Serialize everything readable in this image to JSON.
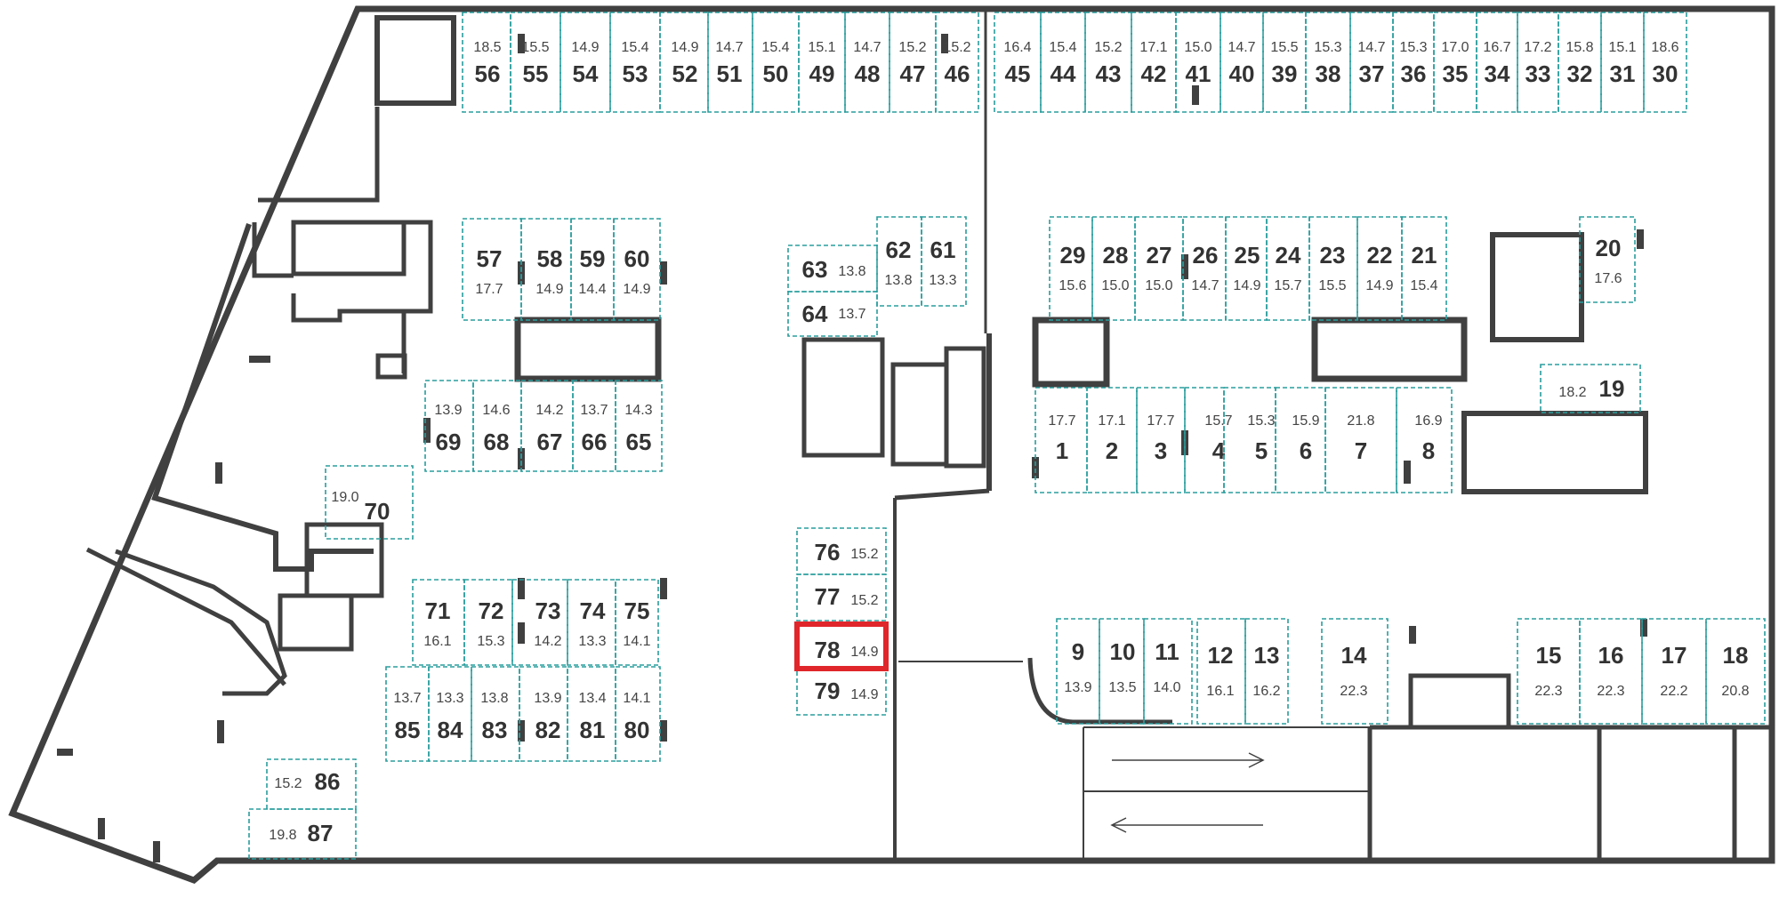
{
  "spots": [
    {
      "number": "1",
      "area": "17.7"
    },
    {
      "number": "2",
      "area": "17.1"
    },
    {
      "number": "3",
      "area": "17.7"
    },
    {
      "number": "4",
      "area": "15.7"
    },
    {
      "number": "5",
      "area": "15.3"
    },
    {
      "number": "6",
      "area": "15.9"
    },
    {
      "number": "7",
      "area": "21.8"
    },
    {
      "number": "8",
      "area": "16.9"
    },
    {
      "number": "9",
      "area": "13.9"
    },
    {
      "number": "10",
      "area": "13.5"
    },
    {
      "number": "11",
      "area": "14.0"
    },
    {
      "number": "12",
      "area": "16.1"
    },
    {
      "number": "13",
      "area": "16.2"
    },
    {
      "number": "14",
      "area": "22.3"
    },
    {
      "number": "15",
      "area": "22.3"
    },
    {
      "number": "16",
      "area": "22.3"
    },
    {
      "number": "17",
      "area": "22.2"
    },
    {
      "number": "18",
      "area": "20.8"
    },
    {
      "number": "19",
      "area": "18.2"
    },
    {
      "number": "20",
      "area": "17.6"
    },
    {
      "number": "21",
      "area": "15.4"
    },
    {
      "number": "22",
      "area": "14.9"
    },
    {
      "number": "23",
      "area": "15.5"
    },
    {
      "number": "24",
      "area": "15.7"
    },
    {
      "number": "25",
      "area": "14.9"
    },
    {
      "number": "26",
      "area": "14.7"
    },
    {
      "number": "27",
      "area": "15.0"
    },
    {
      "number": "28",
      "area": "15.0"
    },
    {
      "number": "29",
      "area": "15.6"
    },
    {
      "number": "30",
      "area": "18.6"
    },
    {
      "number": "31",
      "area": "15.1"
    },
    {
      "number": "32",
      "area": "15.8"
    },
    {
      "number": "33",
      "area": "17.2"
    },
    {
      "number": "34",
      "area": "16.7"
    },
    {
      "number": "35",
      "area": "17.0"
    },
    {
      "number": "36",
      "area": "15.3"
    },
    {
      "number": "37",
      "area": "14.7"
    },
    {
      "number": "38",
      "area": "15.3"
    },
    {
      "number": "39",
      "area": "15.5"
    },
    {
      "number": "40",
      "area": "14.7"
    },
    {
      "number": "41",
      "area": "15.0"
    },
    {
      "number": "42",
      "area": "17.1"
    },
    {
      "number": "43",
      "area": "15.2"
    },
    {
      "number": "44",
      "area": "15.4"
    },
    {
      "number": "45",
      "area": "16.4"
    },
    {
      "number": "46",
      "area": "15.2"
    },
    {
      "number": "47",
      "area": "15.2"
    },
    {
      "number": "48",
      "area": "14.7"
    },
    {
      "number": "49",
      "area": "15.1"
    },
    {
      "number": "50",
      "area": "15.4"
    },
    {
      "number": "51",
      "area": "14.7"
    },
    {
      "number": "52",
      "area": "14.9"
    },
    {
      "number": "53",
      "area": "15.4"
    },
    {
      "number": "54",
      "area": "14.9"
    },
    {
      "number": "55",
      "area": "15.5"
    },
    {
      "number": "56",
      "area": "18.5"
    },
    {
      "number": "57",
      "area": "17.7"
    },
    {
      "number": "58",
      "area": "14.9"
    },
    {
      "number": "59",
      "area": "14.4"
    },
    {
      "number": "60",
      "area": "14.9"
    },
    {
      "number": "61",
      "area": "13.3"
    },
    {
      "number": "62",
      "area": "13.8"
    },
    {
      "number": "63",
      "area": "13.8"
    },
    {
      "number": "64",
      "area": "13.7"
    },
    {
      "number": "65",
      "area": "14.3"
    },
    {
      "number": "66",
      "area": "13.7"
    },
    {
      "number": "67",
      "area": "14.2"
    },
    {
      "number": "68",
      "area": "14.6"
    },
    {
      "number": "69",
      "area": "13.9"
    },
    {
      "number": "70",
      "area": "19.0"
    },
    {
      "number": "71",
      "area": "16.1"
    },
    {
      "number": "72",
      "area": "15.3"
    },
    {
      "number": "73",
      "area": "14.2"
    },
    {
      "number": "74",
      "area": "13.3"
    },
    {
      "number": "75",
      "area": "14.1"
    },
    {
      "number": "76",
      "area": "15.2"
    },
    {
      "number": "77",
      "area": "15.2"
    },
    {
      "number": "78",
      "area": "14.9"
    },
    {
      "number": "79",
      "area": "14.9"
    },
    {
      "number": "80",
      "area": "14.1"
    },
    {
      "number": "81",
      "area": "13.4"
    },
    {
      "number": "82",
      "area": "13.9"
    },
    {
      "number": "83",
      "area": "13.8"
    },
    {
      "number": "84",
      "area": "13.3"
    },
    {
      "number": "85",
      "area": "13.7"
    },
    {
      "number": "86",
      "area": "15.2"
    },
    {
      "number": "87",
      "area": "19.8"
    }
  ],
  "selected_spot": "78",
  "colors": {
    "wall": "#404040",
    "spot_border": "#2a9d9d",
    "highlight": "#e0262b",
    "text": "#333333"
  }
}
